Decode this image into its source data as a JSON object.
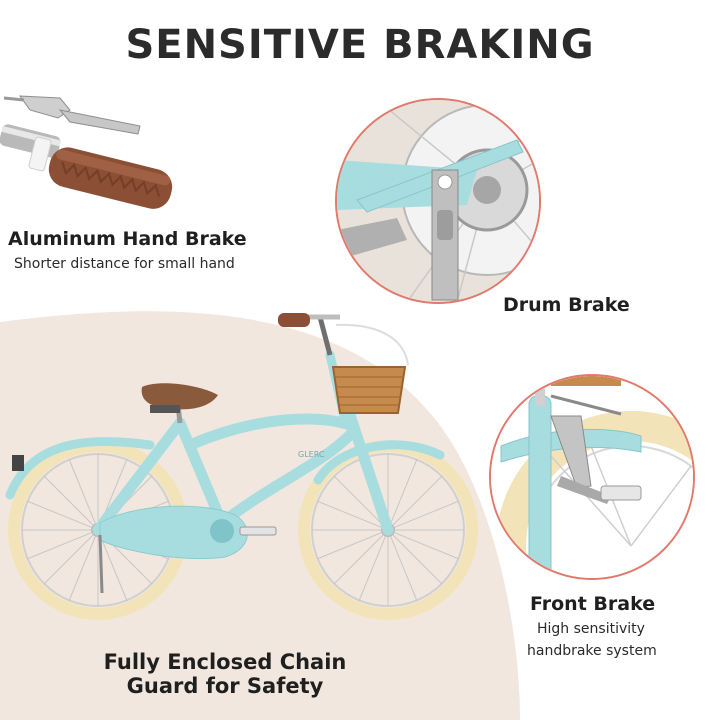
{
  "title": "SENSITIVE BRAKING",
  "features": {
    "hand_brake": {
      "label": "Aluminum Hand Brake",
      "description": "Shorter distance for small hand"
    },
    "drum_brake": {
      "label": "Drum Brake"
    },
    "front_brake": {
      "label": "Front Brake",
      "description_line1": "High sensitivity",
      "description_line2": "handbrake system"
    },
    "chain_guard": {
      "label_line1": "Fully Enclosed Chain",
      "label_line2": "Guard for Safety"
    }
  },
  "bike_brand": "GLERC",
  "colors": {
    "frame": "#a8dde0",
    "tire": "#f2e4b8",
    "saddle": "#8a5a3c",
    "beige_background": "#f1e7de",
    "circle_border": "#e07a6c",
    "text": "#1f1f1f"
  }
}
